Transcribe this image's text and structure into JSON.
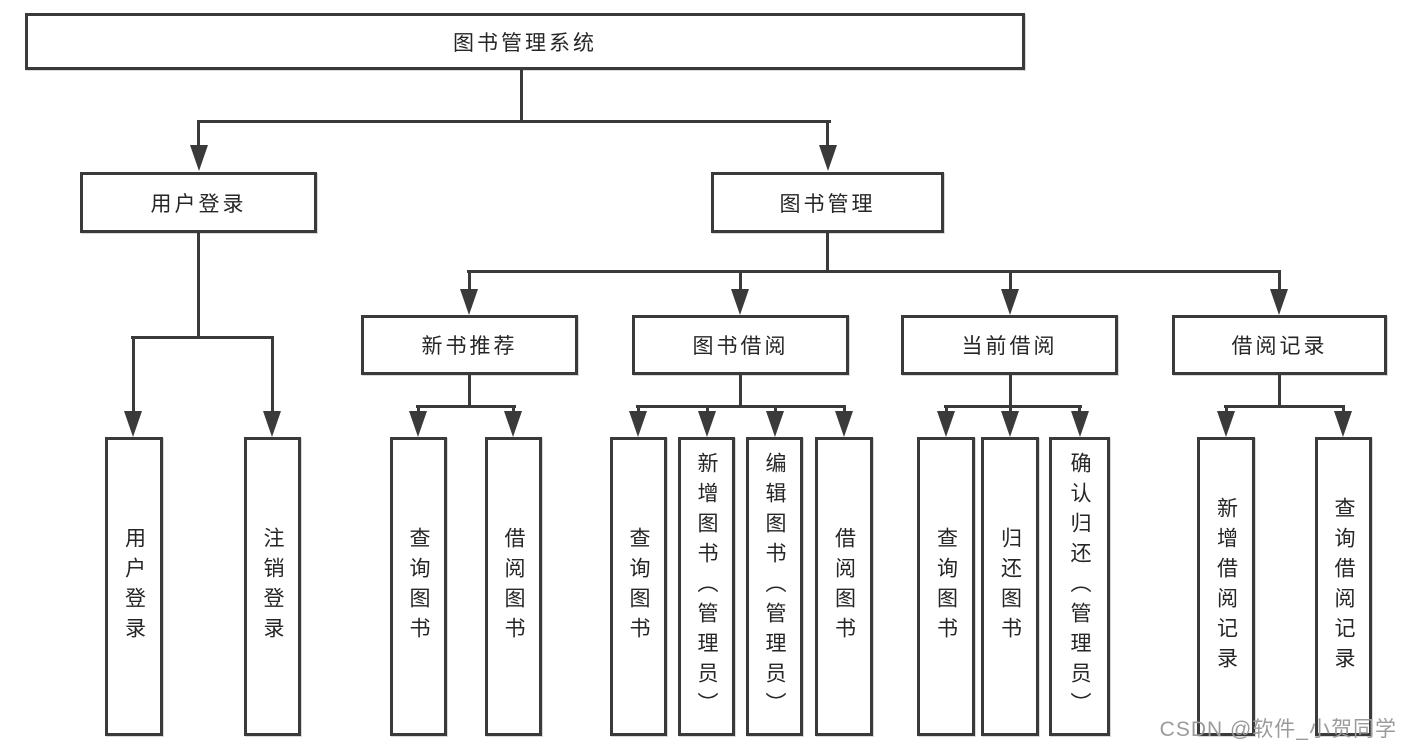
{
  "diagram": {
    "root": {
      "label": "图书管理系统"
    },
    "branches": [
      {
        "label": "用户登录",
        "children": [
          {
            "label": "用户登录"
          },
          {
            "label": "注销登录"
          }
        ]
      },
      {
        "label": "图书管理",
        "children": [
          {
            "label": "新书推荐",
            "children": [
              {
                "label": "查询图书"
              },
              {
                "label": "借阅图书"
              }
            ]
          },
          {
            "label": "图书借阅",
            "children": [
              {
                "label": "查询图书"
              },
              {
                "label": "新增图书（管理员）"
              },
              {
                "label": "编辑图书（管理员）"
              },
              {
                "label": "借阅图书"
              }
            ]
          },
          {
            "label": "当前借阅",
            "children": [
              {
                "label": "查询图书"
              },
              {
                "label": "归还图书"
              },
              {
                "label": "确认归还（管理员）"
              }
            ]
          },
          {
            "label": "借阅记录",
            "children": [
              {
                "label": "新增借阅记录"
              },
              {
                "label": "查询借阅记录"
              }
            ]
          }
        ]
      }
    ]
  },
  "watermark": {
    "text": "CSDN @软件_小贺同学"
  },
  "colors": {
    "line": "#3a3a3a",
    "text": "#262626",
    "watermark": "#9b9b9b",
    "background": "#ffffff"
  }
}
